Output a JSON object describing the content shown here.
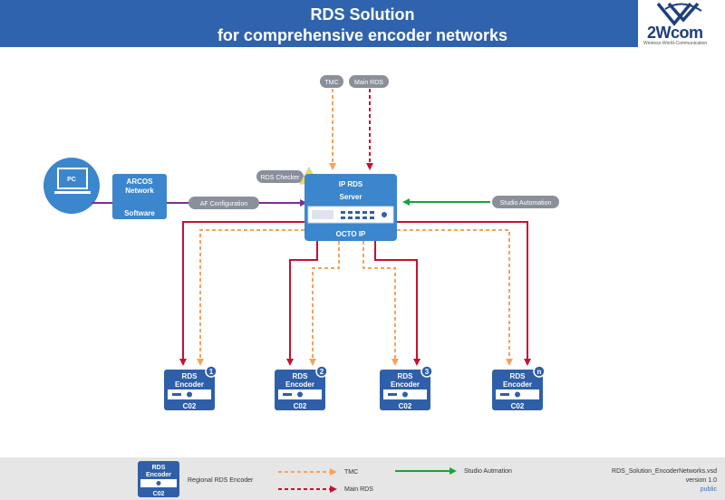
{
  "header": {
    "title_line1": "RDS Solution",
    "title_line2": "for comprehensive encoder networks",
    "logo_brand": "2Wcom",
    "logo_sub": "Wireless-World-Communication"
  },
  "nodes": {
    "pc": "PC",
    "arcos_line1": "ARCOS",
    "arcos_line2": "Network",
    "arcos_line3": "Software",
    "server_line1": "IP RDS",
    "server_line2": "Server",
    "server_line3": "OCTO IP"
  },
  "labels": {
    "tmc": "TMC",
    "main_rds": "Main RDS",
    "rds_checker": "RDS Checker",
    "af_configuration": "AF Configuration",
    "studio_automation": "Studio Automation"
  },
  "encoders": [
    {
      "line1": "RDS",
      "line2": "Encoder",
      "model": "C02",
      "badge": "1"
    },
    {
      "line1": "RDS",
      "line2": "Encoder",
      "model": "C02",
      "badge": "2"
    },
    {
      "line1": "RDS",
      "line2": "Encoder",
      "model": "C02",
      "badge": "3"
    },
    {
      "line1": "RDS",
      "line2": "Encoder",
      "model": "C02",
      "badge": "n"
    }
  ],
  "legend": {
    "encoder_line1": "RDS",
    "encoder_line2": "Encoder",
    "encoder_model": "C02",
    "regional": "Regional RDS Encoder",
    "tmc": "TMC",
    "main_rds": "Main RDS",
    "studio_automation": "Studio Autmation"
  },
  "doc": {
    "filename": "RDS_Solution_EncoderNetworks.vsd",
    "version": "version 1.0",
    "classification": "public"
  },
  "colors": {
    "header": "#2f63ad",
    "box": "#3b86cc",
    "encoder": "#2f5fa8",
    "tmc": "#f5a35c",
    "main_rds": "#c8102e",
    "studio": "#1aa33a",
    "af": "#7b2f8e",
    "pill": "#8a8f9a"
  }
}
